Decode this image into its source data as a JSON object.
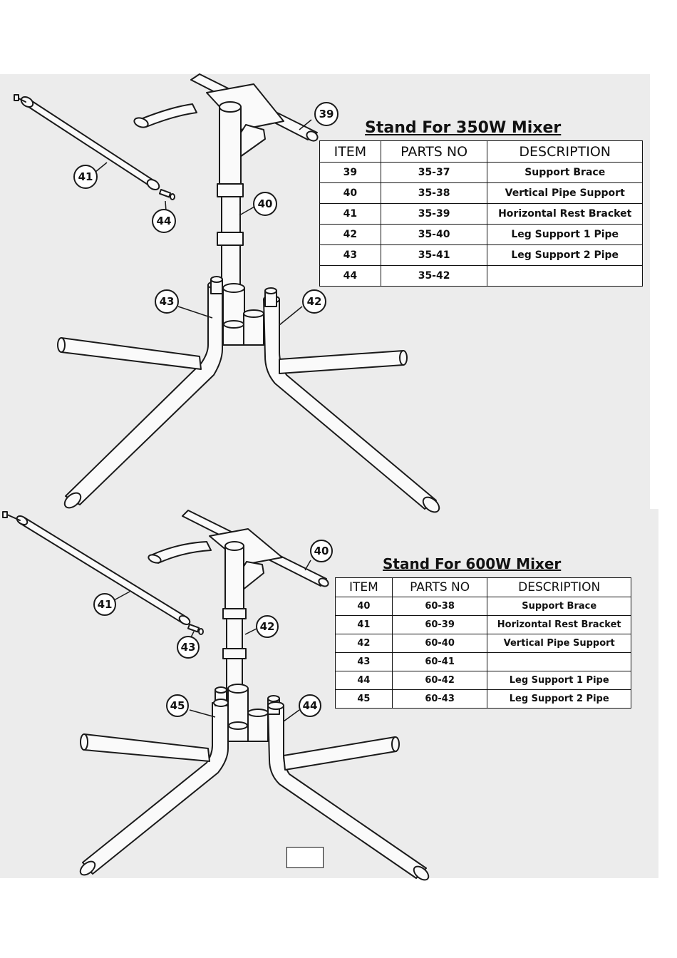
{
  "stand_350w": {
    "title": "Stand For 350W Mixer",
    "headers": {
      "item": "ITEM",
      "parts_no": "PARTS NO",
      "description": "DESCRIPTION"
    },
    "rows": [
      {
        "item": "39",
        "parts_no": "35-37",
        "description": "Support Brace"
      },
      {
        "item": "40",
        "parts_no": "35-38",
        "description": "Vertical Pipe Support"
      },
      {
        "item": "41",
        "parts_no": "35-39",
        "description": "Horizontal Rest Bracket"
      },
      {
        "item": "42",
        "parts_no": "35-40",
        "description": "Leg Support 1 Pipe"
      },
      {
        "item": "43",
        "parts_no": "35-41",
        "description": "Leg Support 2 Pipe"
      },
      {
        "item": "44",
        "parts_no": "35-42",
        "description": ""
      }
    ],
    "callouts": [
      "39",
      "40",
      "41",
      "42",
      "43",
      "44"
    ]
  },
  "stand_600w": {
    "title": "Stand For 600W Mixer",
    "headers": {
      "item": "ITEM",
      "parts_no": "PARTS NO",
      "description": "DESCRIPTION"
    },
    "rows": [
      {
        "item": "40",
        "parts_no": "60-38",
        "description": "Support Brace"
      },
      {
        "item": "41",
        "parts_no": "60-39",
        "description": "Horizontal Rest Bracket"
      },
      {
        "item": "42",
        "parts_no": "60-40",
        "description": "Vertical Pipe Support"
      },
      {
        "item": "43",
        "parts_no": "60-41",
        "description": ""
      },
      {
        "item": "44",
        "parts_no": "60-42",
        "description": "Leg Support 1 Pipe"
      },
      {
        "item": "45",
        "parts_no": "60-43",
        "description": "Leg Support 2 Pipe"
      }
    ],
    "callouts": [
      "40",
      "41",
      "42",
      "43",
      "44",
      "45"
    ]
  },
  "colors": {
    "panel": "#ececec",
    "ink": "#1a1a1a"
  }
}
